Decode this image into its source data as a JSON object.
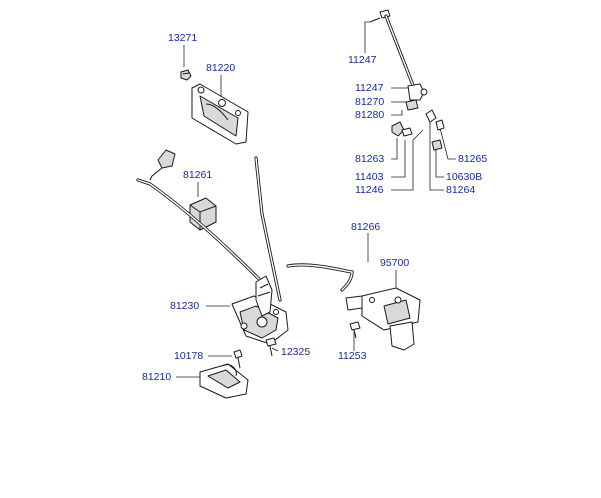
{
  "diagram": {
    "labels": {
      "p13271": "13271",
      "p81220": "81220",
      "p81261": "81261",
      "p81230": "81230",
      "p10178": "10178",
      "p81210": "81210",
      "p12325": "12325",
      "p11247a": "11247",
      "p11247b": "11247",
      "p81270": "81270",
      "p81280": "81280",
      "p81263": "81263",
      "p11403": "11403",
      "p11246": "11246",
      "p81265": "81265",
      "p10630b": "10630B",
      "p81264": "81264",
      "p81266": "81266",
      "p95700": "95700",
      "p11253": "11253"
    },
    "colors": {
      "label": "#1a2a9a",
      "line": "#1a1a1a"
    }
  }
}
